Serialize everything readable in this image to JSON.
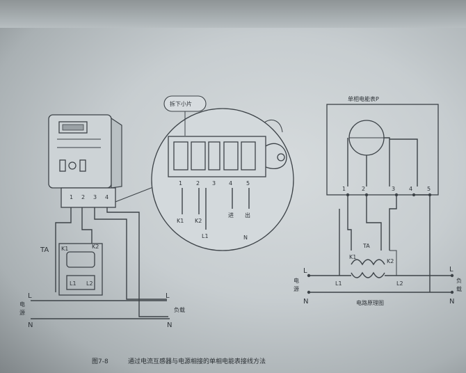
{
  "figure": {
    "caption_number": "图7-8",
    "caption_text": "通过电流互感器与电源相接的单相电能表接线方法"
  },
  "left": {
    "ct_label": "TA",
    "k1": "K1",
    "k2": "K2",
    "l1": "L1",
    "l2": "L2",
    "source_line1": "电",
    "source_line2": "源",
    "L": "L",
    "N": "N",
    "load": "负载",
    "terminals": [
      "1",
      "2",
      "3",
      "4"
    ]
  },
  "zoom": {
    "jumper_note": "拆下小片",
    "terminal_nums": [
      "1",
      "2",
      "3",
      "4",
      "5"
    ],
    "wire_labels": [
      "K1",
      "K2",
      "L1",
      "进",
      "出",
      "N"
    ]
  },
  "right": {
    "title": "单相电能表P",
    "ct_label": "TA",
    "k1": "K1",
    "k2": "K2",
    "l1": "L1",
    "l2": "L2",
    "source_line1": "电",
    "source_line2": "源",
    "load_line1": "负",
    "load_line2": "载",
    "L": "L",
    "N": "N",
    "terminals": [
      "1",
      "2",
      "3",
      "4",
      "5"
    ],
    "schematic_caption": "电路原理图"
  }
}
